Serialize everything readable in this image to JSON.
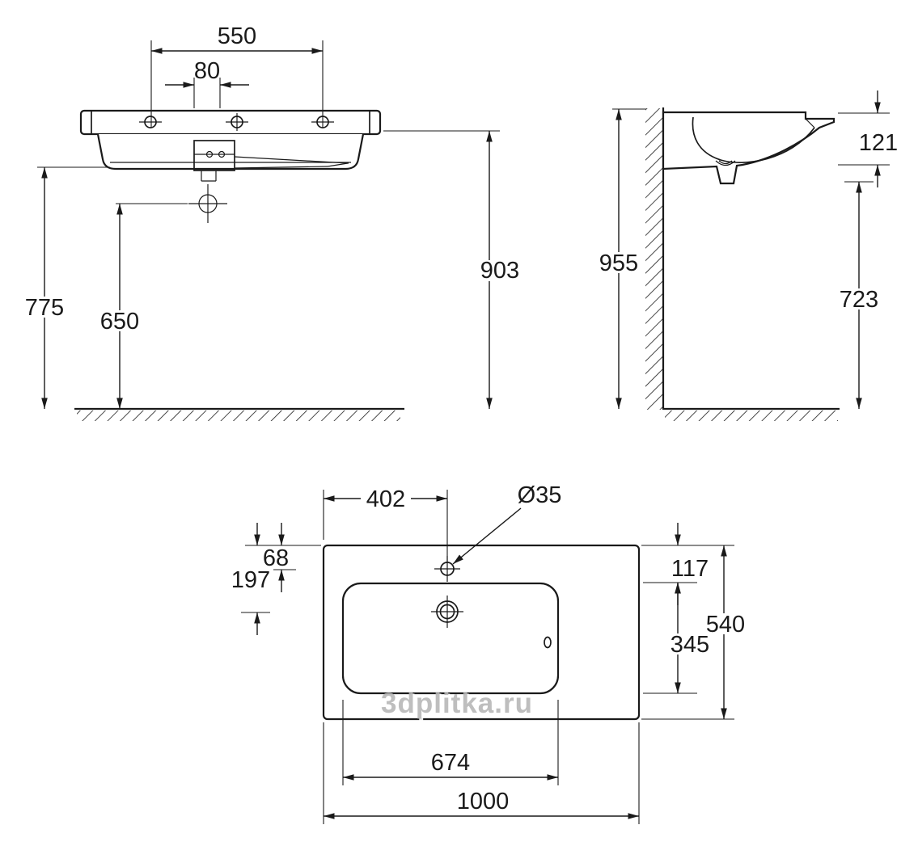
{
  "watermark": "3dplitka.ru",
  "dims": {
    "d550": "550",
    "d80": "80",
    "d903": "903",
    "d775": "775",
    "d650": "650",
    "d121": "121",
    "d955": "955",
    "d723": "723",
    "d402": "402",
    "dia35": "Ø35",
    "d68": "68",
    "d197": "197",
    "d117": "117",
    "d345": "345",
    "d540": "540",
    "d674": "674",
    "d1000": "1000"
  }
}
